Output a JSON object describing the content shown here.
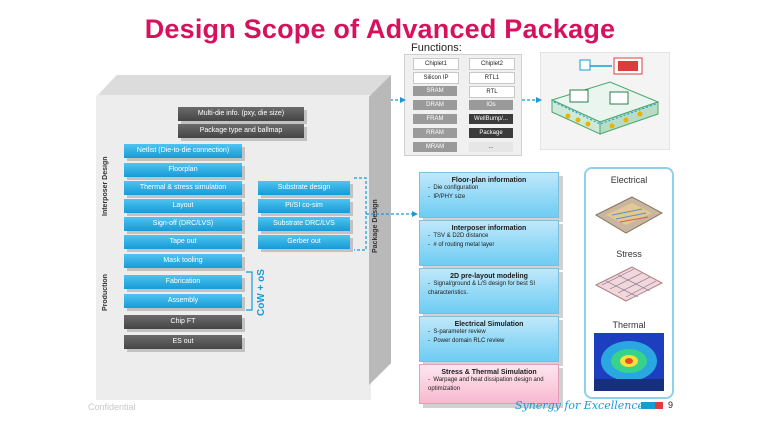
{
  "title": "Design Scope of Advanced Package",
  "functions": {
    "title": "Functions:",
    "left": [
      "Chiplet1",
      "Silicon IP",
      "SRAM",
      "DRAM",
      "FRAM",
      "RRAM",
      "MRAM"
    ],
    "right": [
      "Chiplet2",
      "RTL1",
      "RTL",
      "IOs",
      "WellBump/...",
      "Package",
      "..."
    ]
  },
  "flow": {
    "multi_die": "Multi-die info. (pxy, die size)",
    "package_ballmap": "Package type and ballmap",
    "interposer_label": "Interposer Design",
    "interposer_steps": [
      "Netlist (Die-to-die connection)",
      "Floorplan",
      "Thermal & stress simulation",
      "Layout",
      "Sign-off (DRC/LVS)",
      "Tape out"
    ],
    "mask_tooling": "Mask tooling",
    "production_label": "Production",
    "production_steps": [
      "Fabrication",
      "Assembly"
    ],
    "cowos": "CoW + oS",
    "chip_ft": "Chip FT",
    "es_out": "ES out",
    "package_label": "Package Design",
    "package_steps": [
      "Substrate design",
      "PI/SI co-sim",
      "Substrate DRC/LVS",
      "Gerber out"
    ]
  },
  "info_boxes": [
    {
      "title": "Floor-plan information",
      "bullets": [
        "Die configuration",
        "IP/PHY size"
      ]
    },
    {
      "title": "Interposer information",
      "bullets": [
        "TSV & D2D distance",
        "# of routing metal layer"
      ]
    },
    {
      "title": "2D pre-layout modeling",
      "bullets": [
        "Signal/ground & L/S design for best SI characteristics."
      ]
    },
    {
      "title": "Electrical Simulation",
      "bullets": [
        "S-parameter review",
        "Power domain RLC review"
      ]
    },
    {
      "title": "Stress & Thermal Simulation",
      "bullets": [
        "Warpage and heat dissipation design and optimization"
      ]
    }
  ],
  "analysis": {
    "electrical": "Electrical",
    "stress": "Stress",
    "thermal": "Thermal"
  },
  "footer": {
    "confidential": "Confidential",
    "slogan": "Synergy for Excellence",
    "page": "9"
  },
  "colors": {
    "title": "#d6125f",
    "accent": "#169bd7",
    "block_blue": "#2aaee4",
    "block_dark": "#4b4b4b",
    "info_blue": "#8fd6f5",
    "info_pink": "#f8c6d8"
  }
}
